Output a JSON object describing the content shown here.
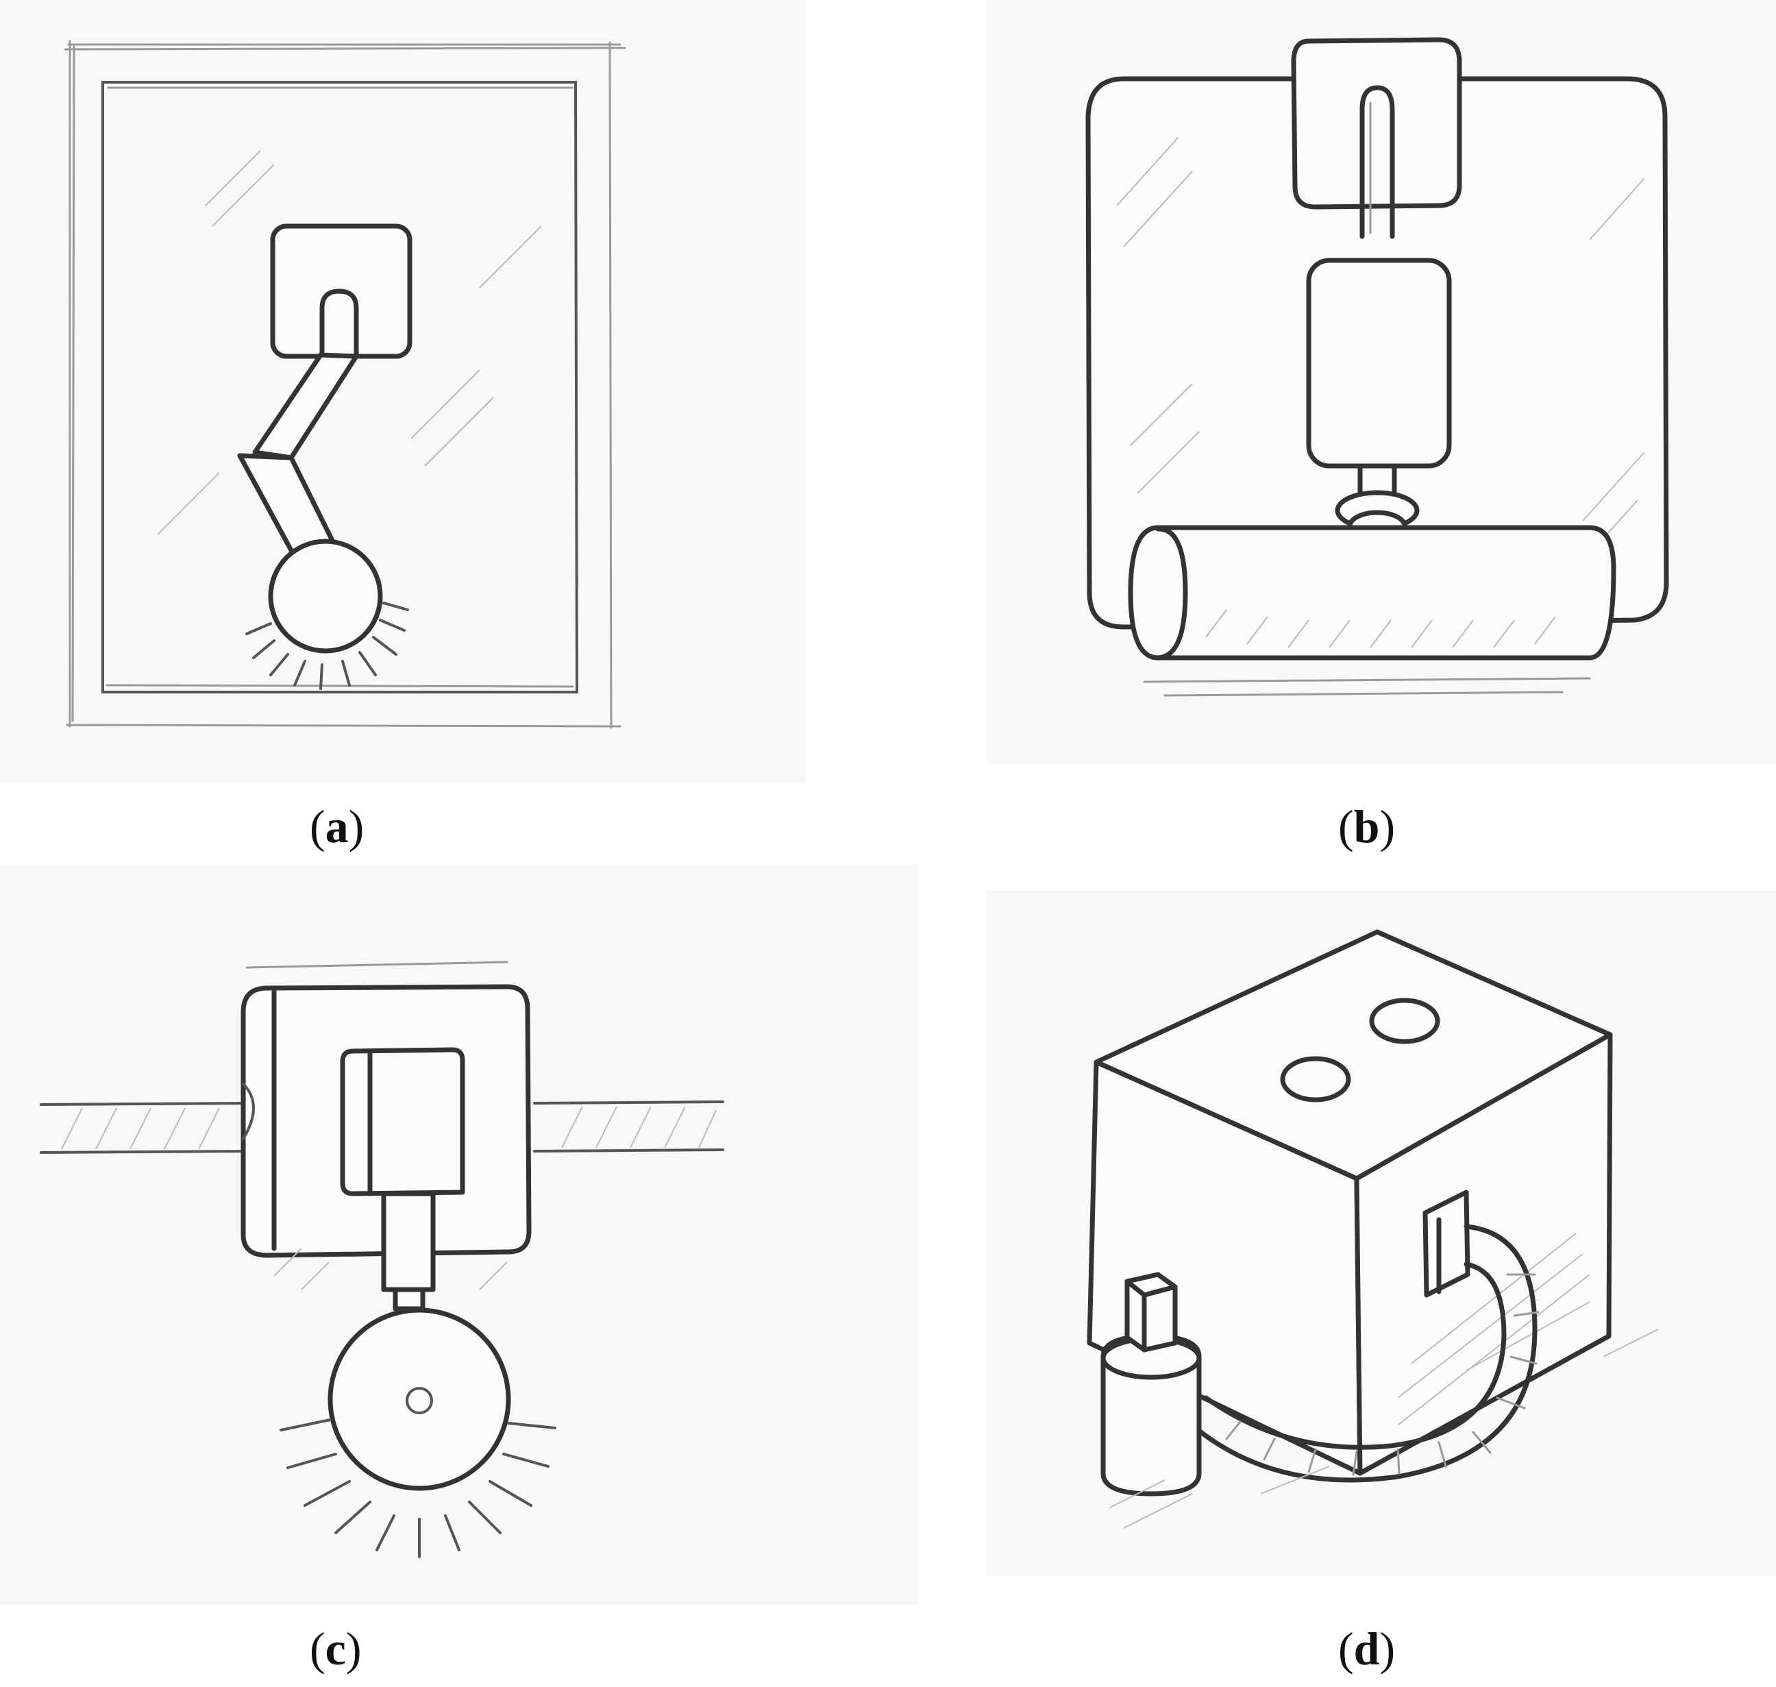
{
  "captions": {
    "a": "a",
    "b": "b",
    "c": "c",
    "d": "d"
  },
  "colors": {
    "background": "#ffffff",
    "panel": "#f8f8f8",
    "pencil": "#333333"
  }
}
